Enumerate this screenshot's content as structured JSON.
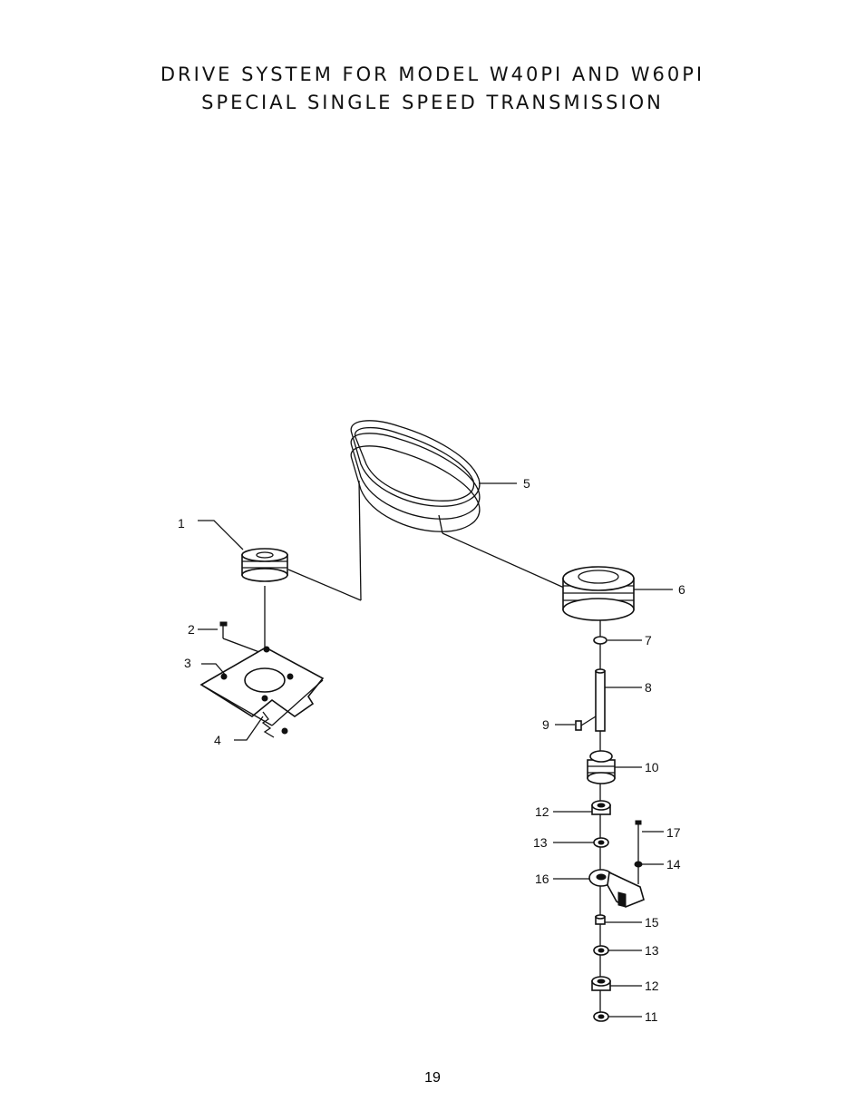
{
  "header": {
    "title_line1": "DRIVE SYSTEM FOR MODEL W40PI AND W60PI",
    "title_line2": "SPECIAL SINGLE SPEED TRANSMISSION"
  },
  "callouts": [
    "1",
    "2",
    "3",
    "4",
    "5",
    "6",
    "7",
    "8",
    "9",
    "10",
    "12",
    "13",
    "16",
    "17",
    "14",
    "15",
    "13",
    "12",
    "11"
  ],
  "footer": {
    "page_number": "19"
  }
}
